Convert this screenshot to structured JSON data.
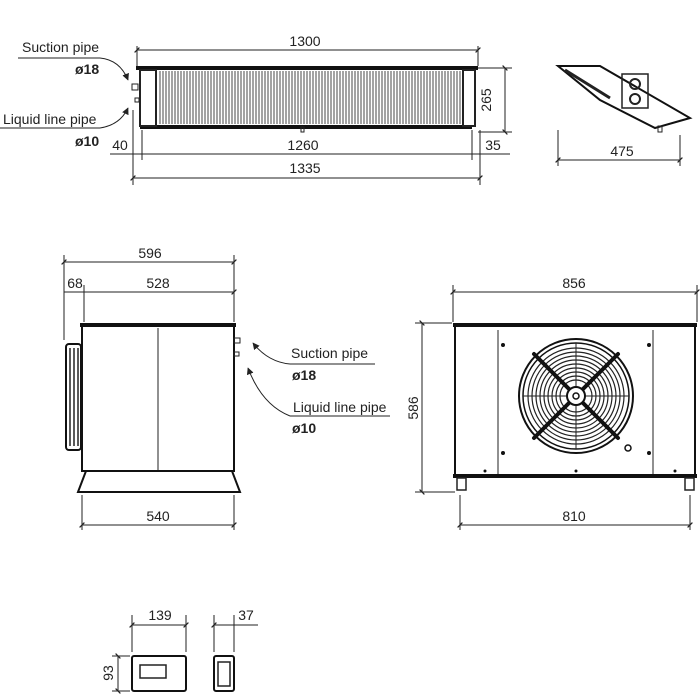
{
  "top_view": {
    "suction_label": "Suction pipe",
    "suction_diameter": "ø18",
    "liquid_label": "Liquid line pipe",
    "liquid_diameter": "ø10",
    "dim_length_top": "1300",
    "dim_height": "265",
    "dim_left_offset": "40",
    "dim_inner_length": "1260",
    "dim_right_offset": "35",
    "dim_total_length": "1335"
  },
  "side_view_top": {
    "dim_depth": "475"
  },
  "side_view": {
    "dim_total_depth": "596",
    "dim_coil": "68",
    "dim_body_depth": "528",
    "dim_base": "540",
    "suction_label": "Suction pipe",
    "suction_diameter": "ø18",
    "liquid_label": "Liquid line pipe",
    "liquid_diameter": "ø10"
  },
  "front_view": {
    "dim_width": "856",
    "dim_height": "586",
    "dim_feet": "810"
  },
  "controller": {
    "dim_width": "139",
    "dim_height": "93",
    "dim_depth": "37"
  }
}
